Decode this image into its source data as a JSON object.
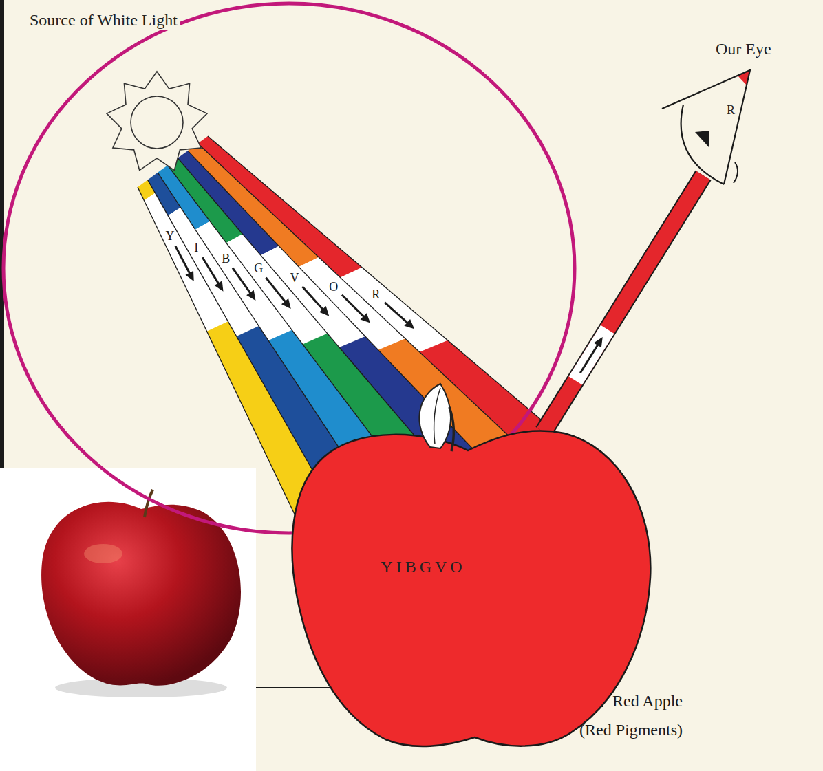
{
  "diagram": {
    "nodes": [
      {
        "text": [
          "Source of White Light"
        ]
      },
      {
        "text": [
          "Our Eye",
          "R"
        ]
      },
      {
        "text": [
          "YIBGVO"
        ]
      }
    ],
    "edges": [
      {
        "from": 2,
        "to": 1,
        "arrow": "to"
      }
    ],
    "labels": [
      "Y",
      "I",
      "B",
      "G",
      "V",
      "O",
      "R",
      "Red Apple (Red Pigments)"
    ]
  }
}
